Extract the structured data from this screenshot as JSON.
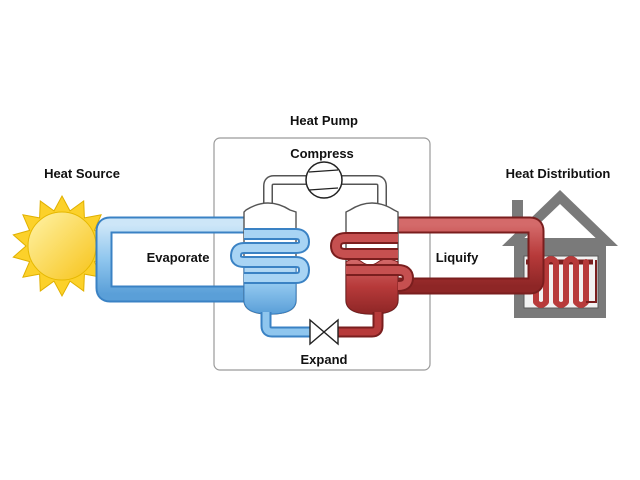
{
  "diagram": {
    "title": "Heat Pump",
    "heat_source_label": "Heat Source",
    "heat_distribution_label": "Heat Distribution",
    "stages": {
      "compress": "Compress",
      "evaporate": "Evaporate",
      "liquify": "Liquify",
      "expand": "Expand"
    }
  },
  "colors": {
    "sun": "#fcd12a",
    "sun_outline": "#e0b000",
    "cold_fluid": "#8fc6ee",
    "cold_fluid_dark": "#3a82c4",
    "hot_fluid": "#b73a3a",
    "hot_fluid_dark": "#7a1e1e",
    "house": "#7a7a7a",
    "box_border": "#9a9a9a"
  },
  "icons": [
    "sun-icon",
    "house-icon",
    "compressor-icon",
    "expansion-valve-icon"
  ]
}
